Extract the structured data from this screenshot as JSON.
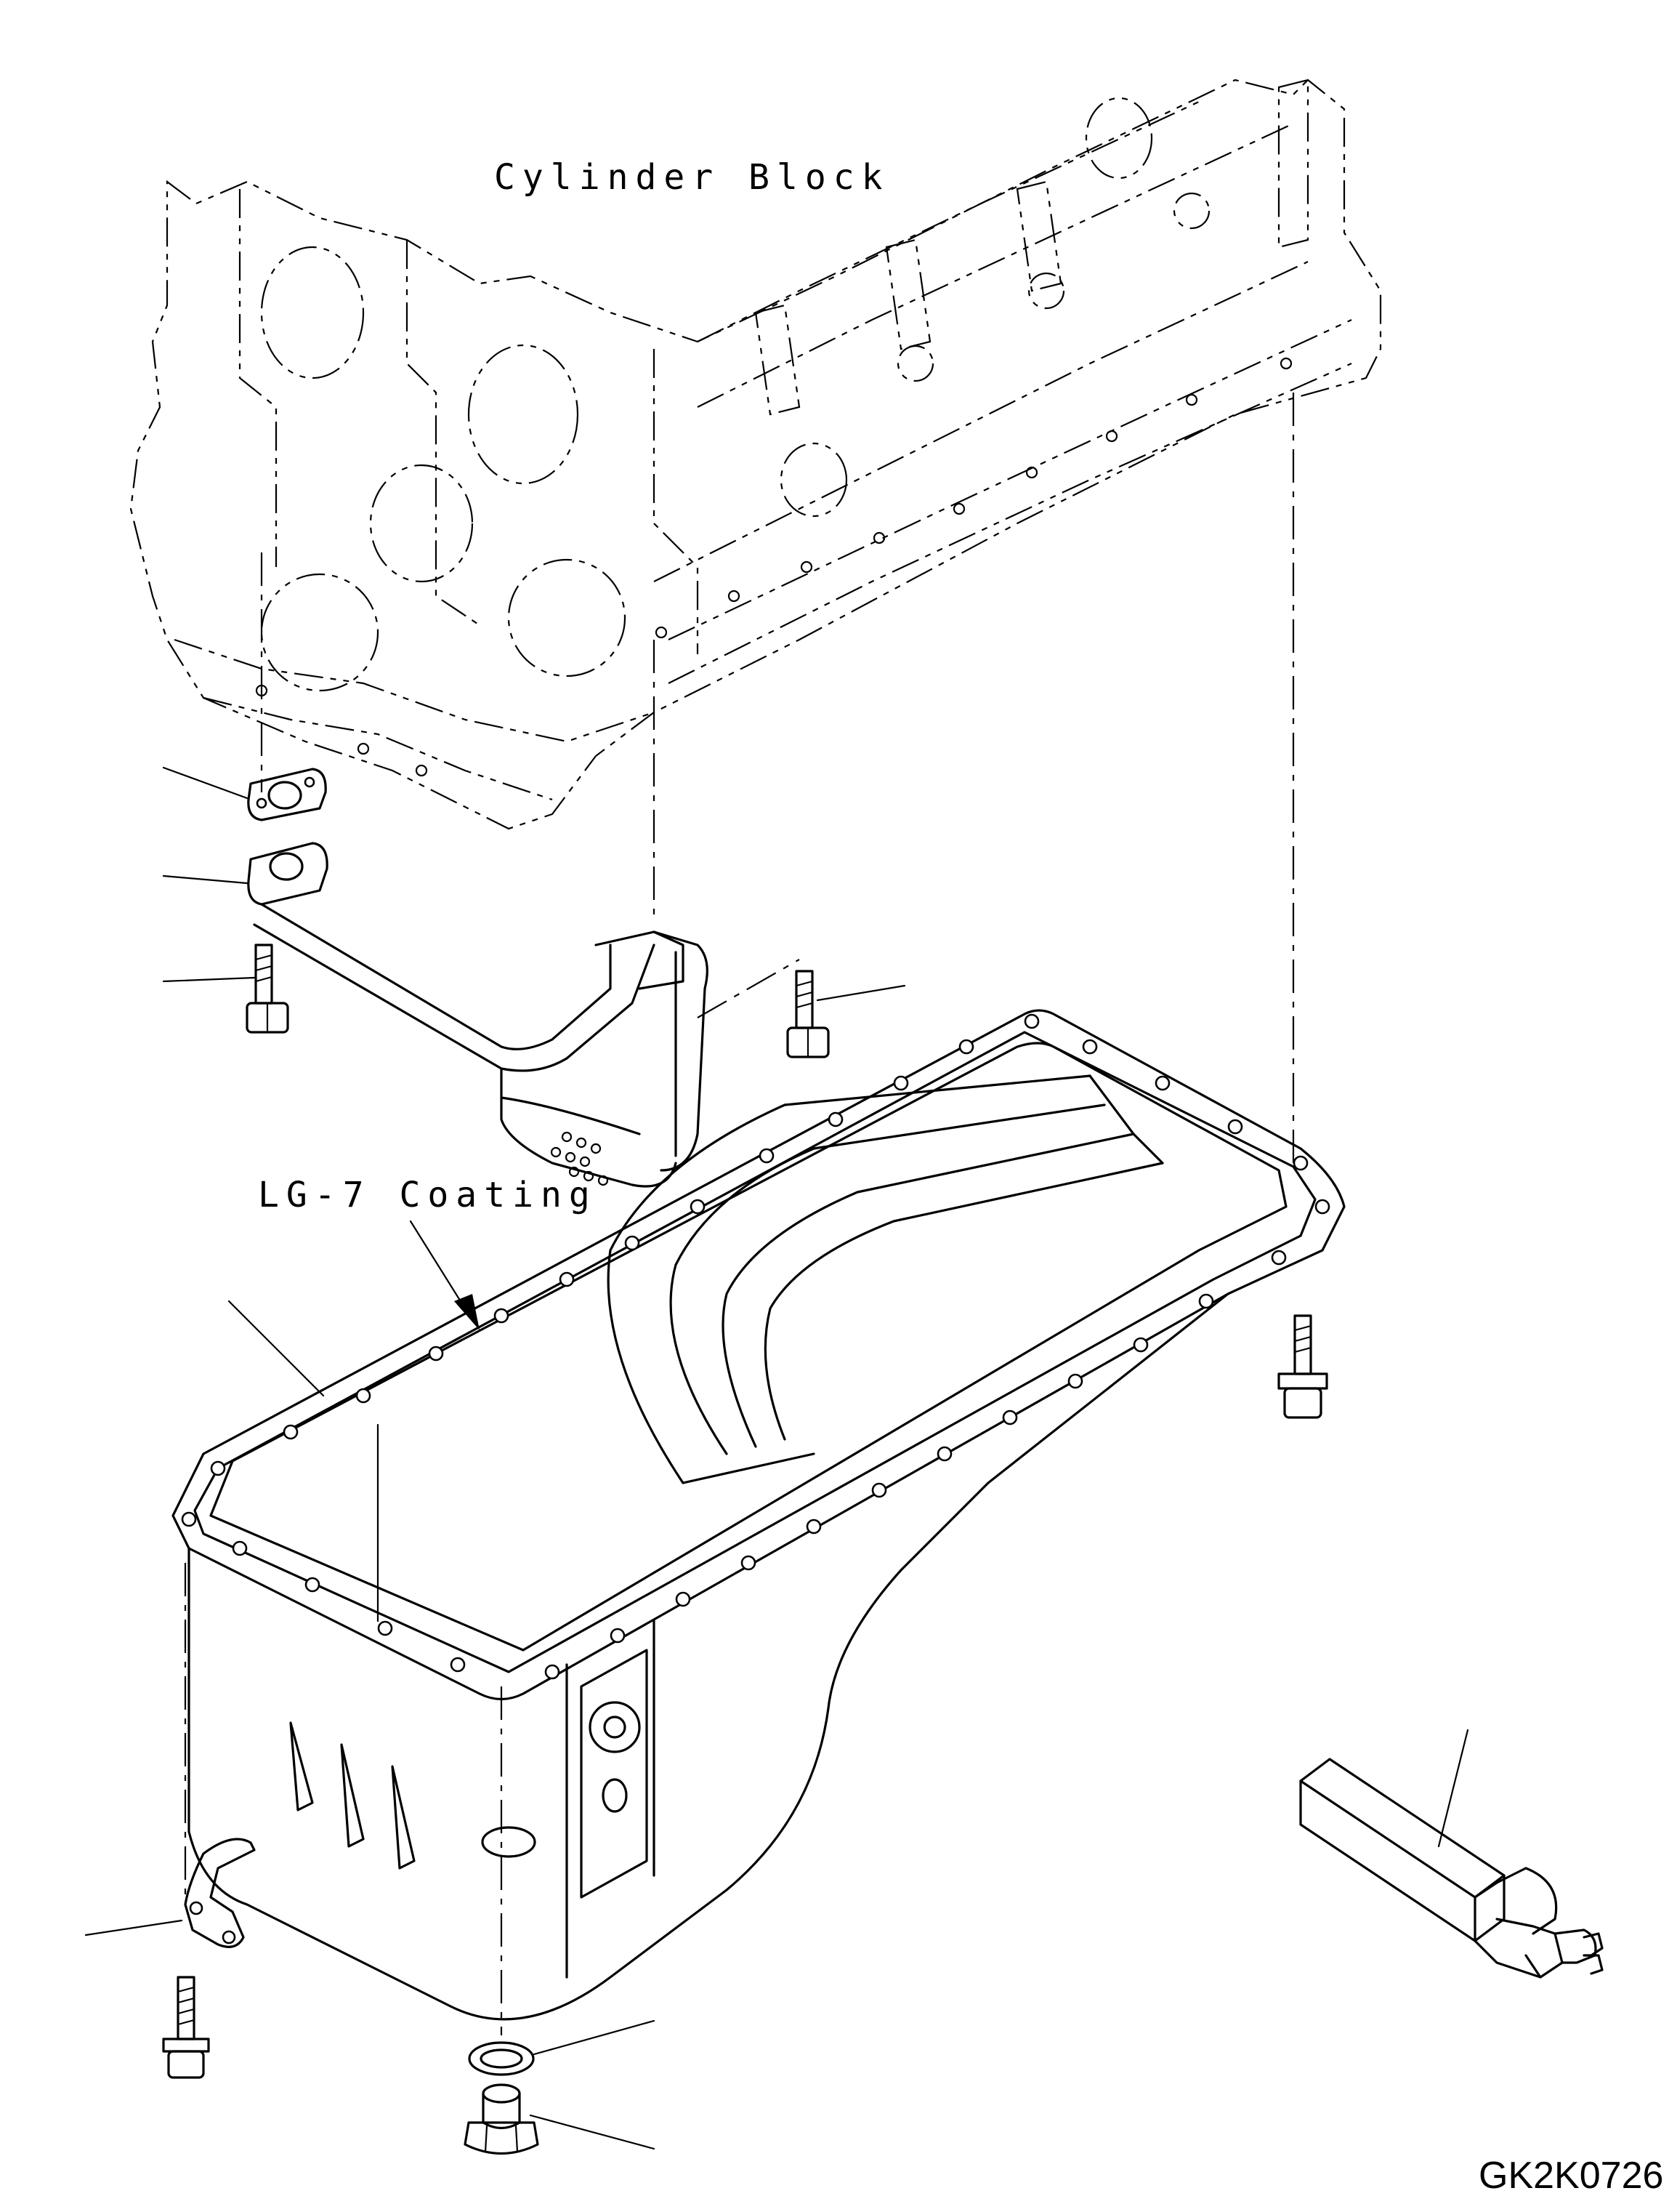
{
  "labels": {
    "cylinder_block": "Cylinder Block",
    "coating": "LG-7 Coating",
    "figure_code": "GK2K0726"
  },
  "parts": [
    {
      "name": "gasket"
    },
    {
      "name": "suction-tube"
    },
    {
      "name": "bolt"
    },
    {
      "name": "bolt"
    },
    {
      "name": "oil-pan"
    },
    {
      "name": "bolt"
    },
    {
      "name": "bracket"
    },
    {
      "name": "bolt"
    },
    {
      "name": "washer"
    },
    {
      "name": "drain-plug"
    },
    {
      "name": "tool"
    }
  ]
}
